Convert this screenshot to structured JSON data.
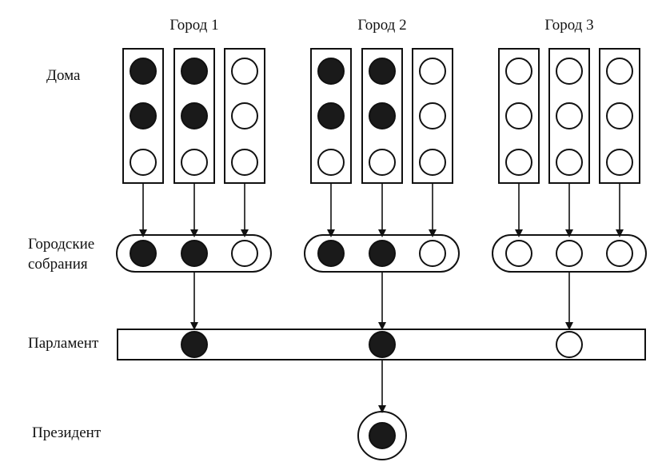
{
  "labels": {
    "houses": "Дома",
    "city_assemblies_line1": "Городские",
    "city_assemblies_line2": "собрания",
    "parliament": "Парламент",
    "president": "Президент"
  },
  "colors": {
    "filled": "#1a1a1a",
    "empty": "#ffffff",
    "stroke": "#111111"
  },
  "cities": [
    {
      "name": "Город 1",
      "houses": [
        [
          true,
          true,
          false
        ],
        [
          true,
          true,
          false
        ],
        [
          false,
          false,
          false
        ]
      ],
      "assembly": [
        true,
        true,
        false
      ]
    },
    {
      "name": "Город 2",
      "houses": [
        [
          true,
          true,
          false
        ],
        [
          true,
          true,
          false
        ],
        [
          false,
          false,
          false
        ]
      ],
      "assembly": [
        true,
        true,
        false
      ]
    },
    {
      "name": "Город 3",
      "houses": [
        [
          false,
          false,
          false
        ],
        [
          false,
          false,
          false
        ],
        [
          false,
          false,
          false
        ]
      ],
      "assembly": [
        false,
        false,
        false
      ]
    }
  ],
  "parliament": [
    true,
    true,
    false
  ],
  "president": true
}
